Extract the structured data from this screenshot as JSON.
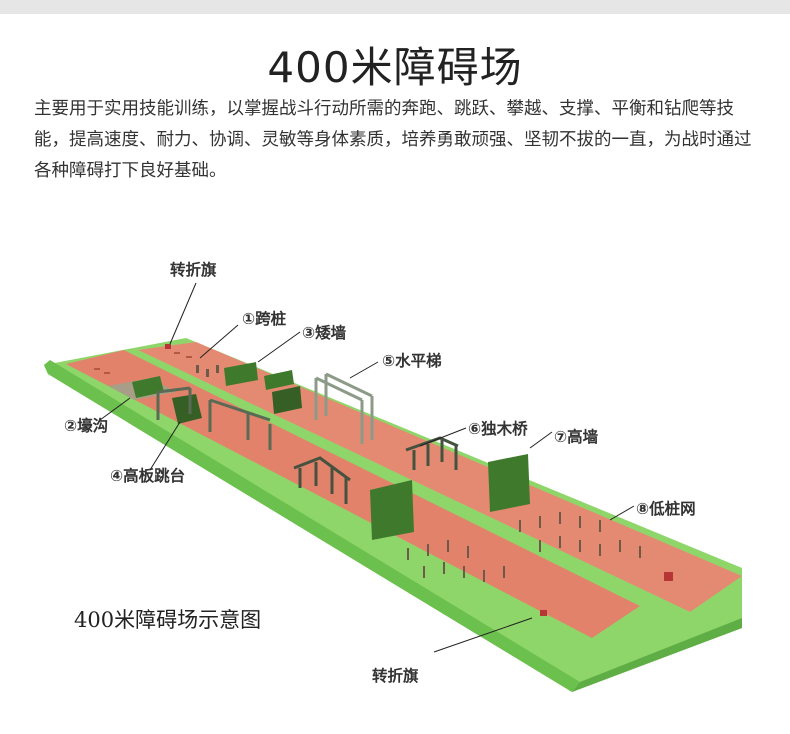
{
  "title": "400米障碍场",
  "description": "主要用于实用技能训练，以掌握战斗行动所需的奔跑、跳跃、攀越、支撑、平衡和钻爬等技能，提高速度、耐力、协调、灵敏等身体素质，培养勇敢顽强、坚韧不拔的一直，为战时通过各种障碍打下良好基础。",
  "caption": "400米障碍场示意图",
  "labels": {
    "flag_top": "转折旗",
    "kua_zhuang": "①跨桩",
    "ai_qiang": "③矮墙",
    "shui_ping_ti": "⑤水平梯",
    "hao_gou": "②壕沟",
    "du_mu_qiao": "⑥独木桥",
    "gao_qiang": "⑦高墙",
    "gao_ban_tiao_tai": "④高板跳台",
    "di_zhuang_wang": "⑧低桩网",
    "flag_bottom": "转折旗"
  },
  "colors": {
    "track": "#e2826a",
    "track_dark": "#c96a55",
    "grass": "#8ed66a",
    "grass_dark": "#5fae45",
    "obstacle": "#3f7a2c",
    "frame": "#5a6a55"
  }
}
